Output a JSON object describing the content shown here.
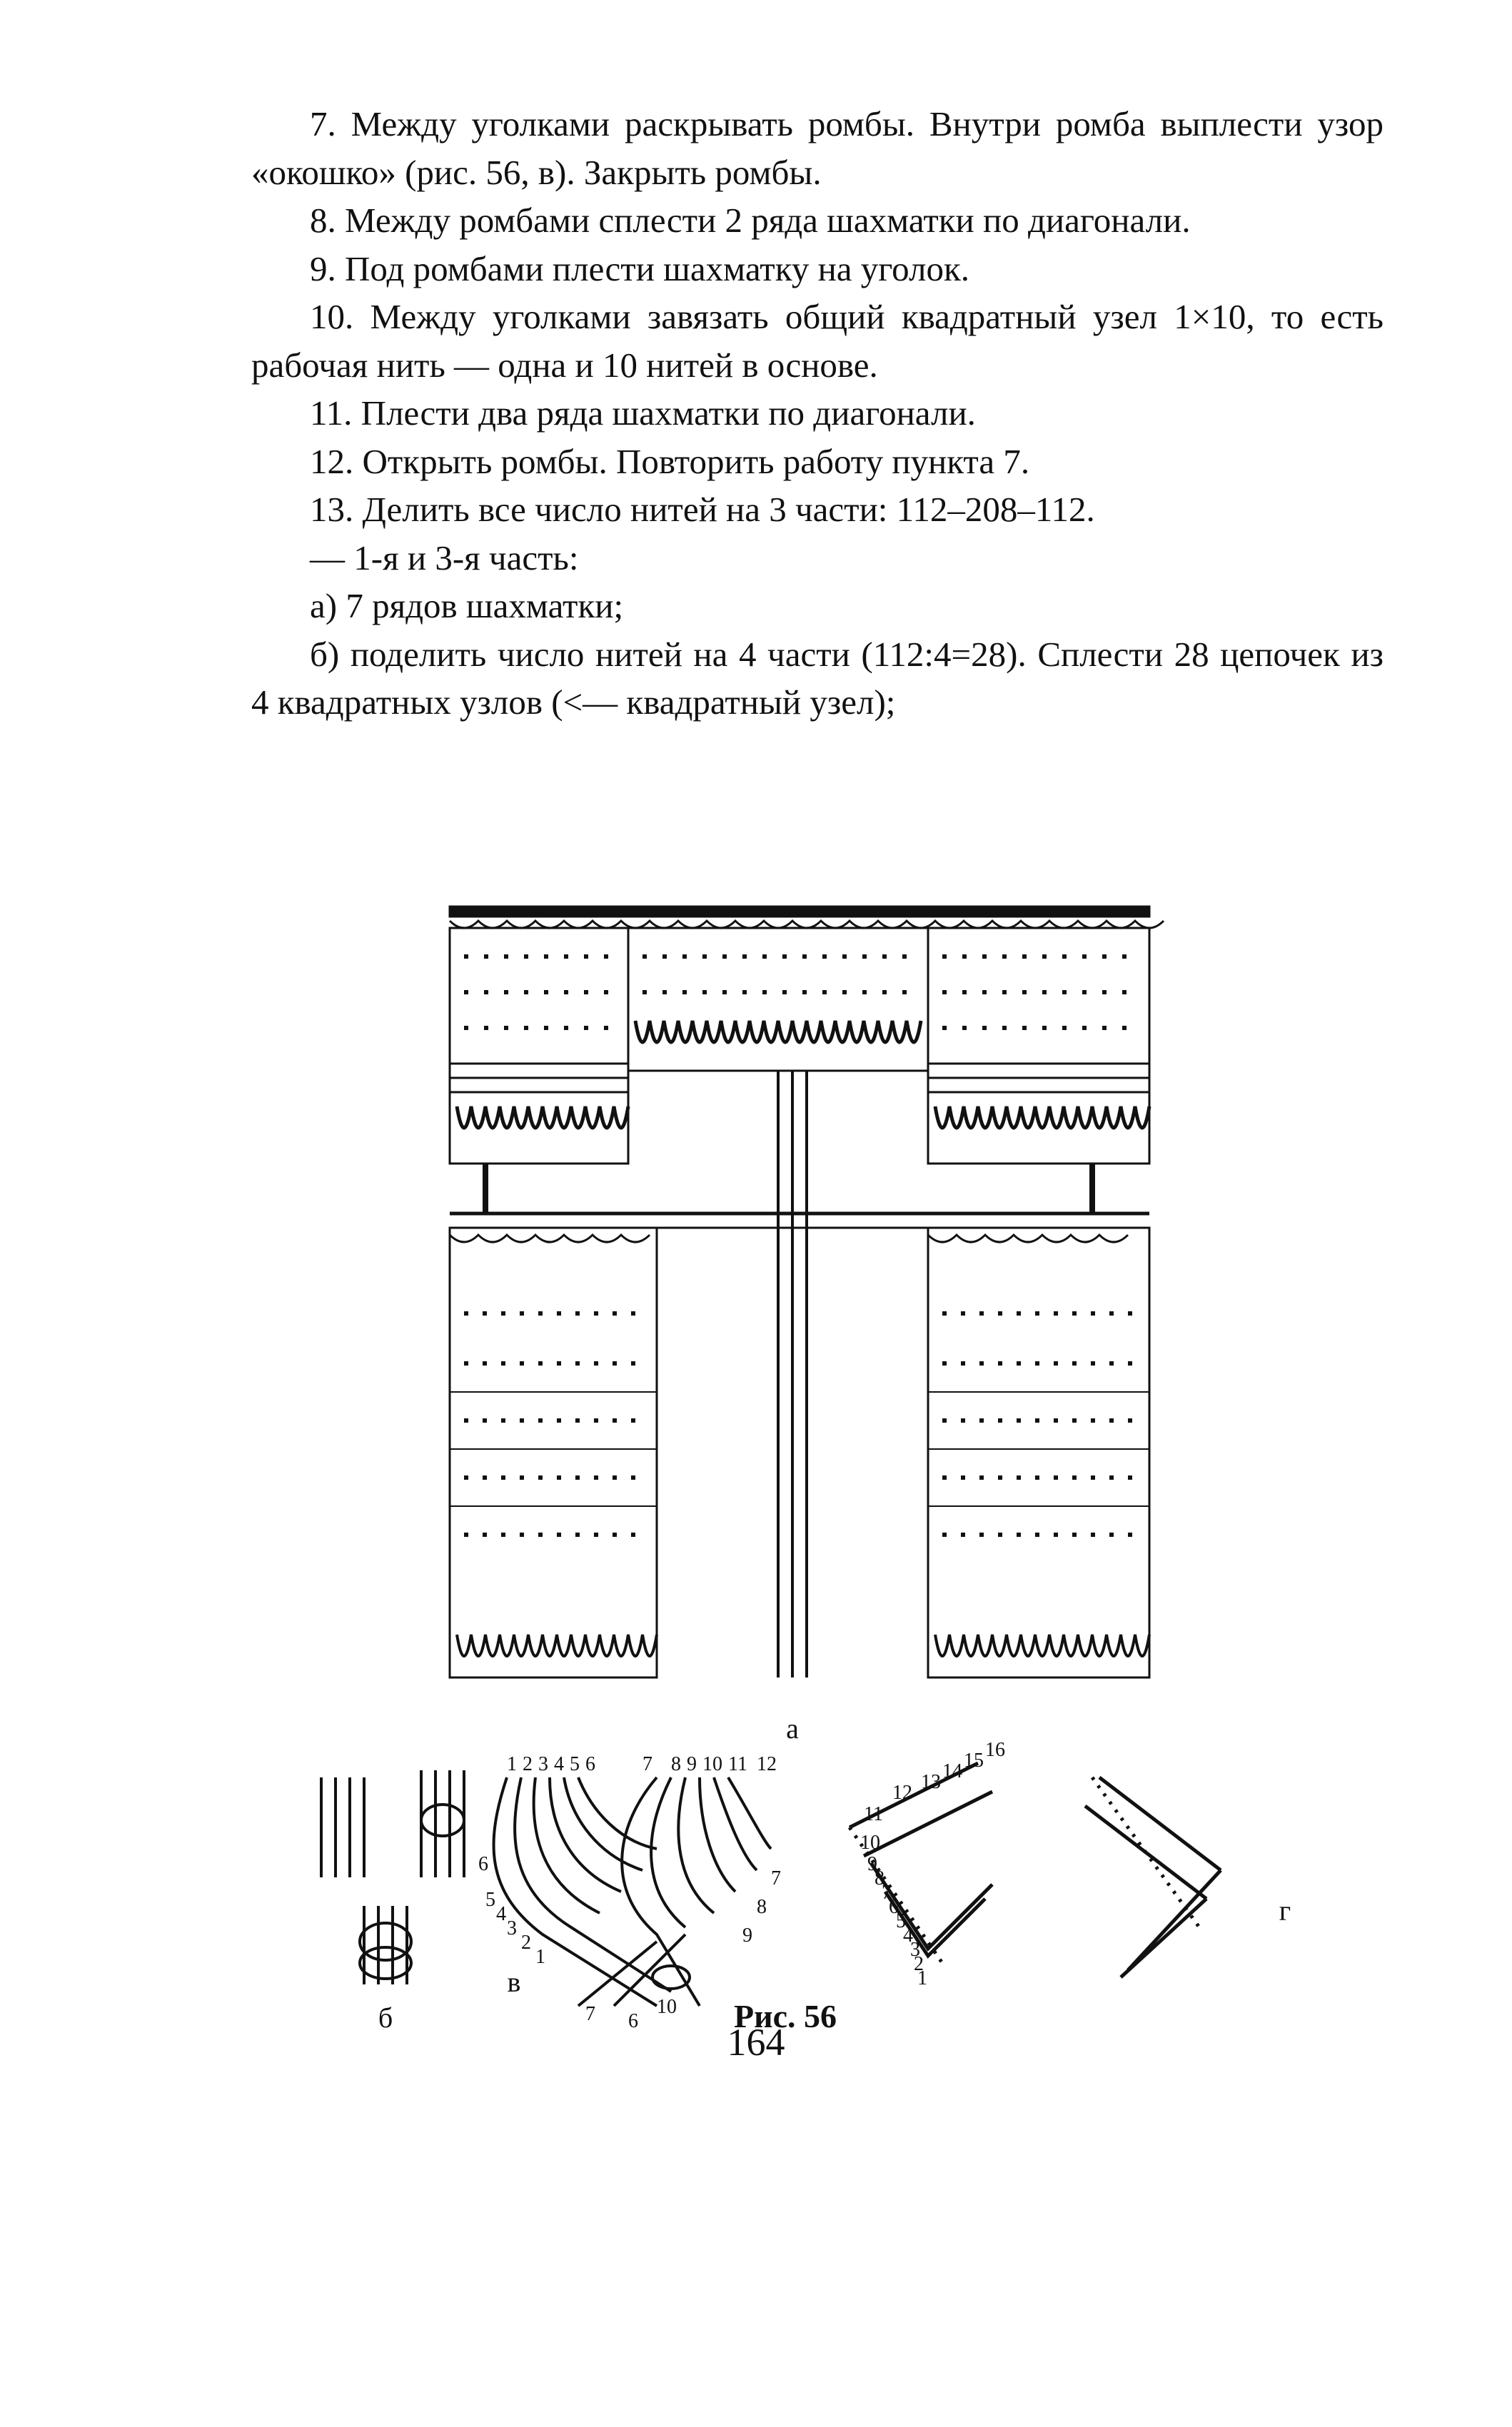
{
  "paragraphs": [
    "7. Между уголками раскрывать ромбы. Внутри ромба выплести узор «окошко» (рис. 56, в). Закрыть ромбы.",
    "8. Между ромбами сплести 2 ряда шахматки по диагонали.",
    "9. Под ромбами плести шахматку на уголок.",
    "10. Между уголками завязать общий квадратный узел 1×10, то есть рабочая нить — одна и 10 нитей в основе.",
    "11. Плести два ряда шахматки по диагонали.",
    "12. Открыть ромбы. Повторить работу пункта 7.",
    "13. Делить все число нитей на 3 части: 112–208–112.",
    "— 1-я и 3-я часть:",
    "а) 7 рядов шахматки;",
    "б) поделить число нитей на 4 части (112:4=28). Сплести 28 цепочек из 4 квадратных узлов (<— квадратный узел);"
  ],
  "figure": {
    "label_a": "а",
    "label_b": "б",
    "label_v": "в",
    "label_g": "г",
    "caption": "Рис. 56",
    "v_top_numbers": [
      "1",
      "2",
      "3",
      "4",
      "5",
      "6",
      "7",
      "8",
      "9",
      "10",
      "11",
      "12"
    ],
    "v_left_numbers": [
      "6",
      "5",
      "4",
      "3",
      "2",
      "1"
    ],
    "v_right_numbers": [
      "7",
      "8",
      "9"
    ],
    "v_bottom_numbers": [
      "7",
      "6",
      "10"
    ],
    "g_numbers": [
      "16",
      "15",
      "14",
      "13",
      "12",
      "11",
      "10",
      "9",
      "8",
      "7",
      "6",
      "5",
      "4",
      "3",
      "2",
      "1"
    ]
  },
  "page_number": "164"
}
